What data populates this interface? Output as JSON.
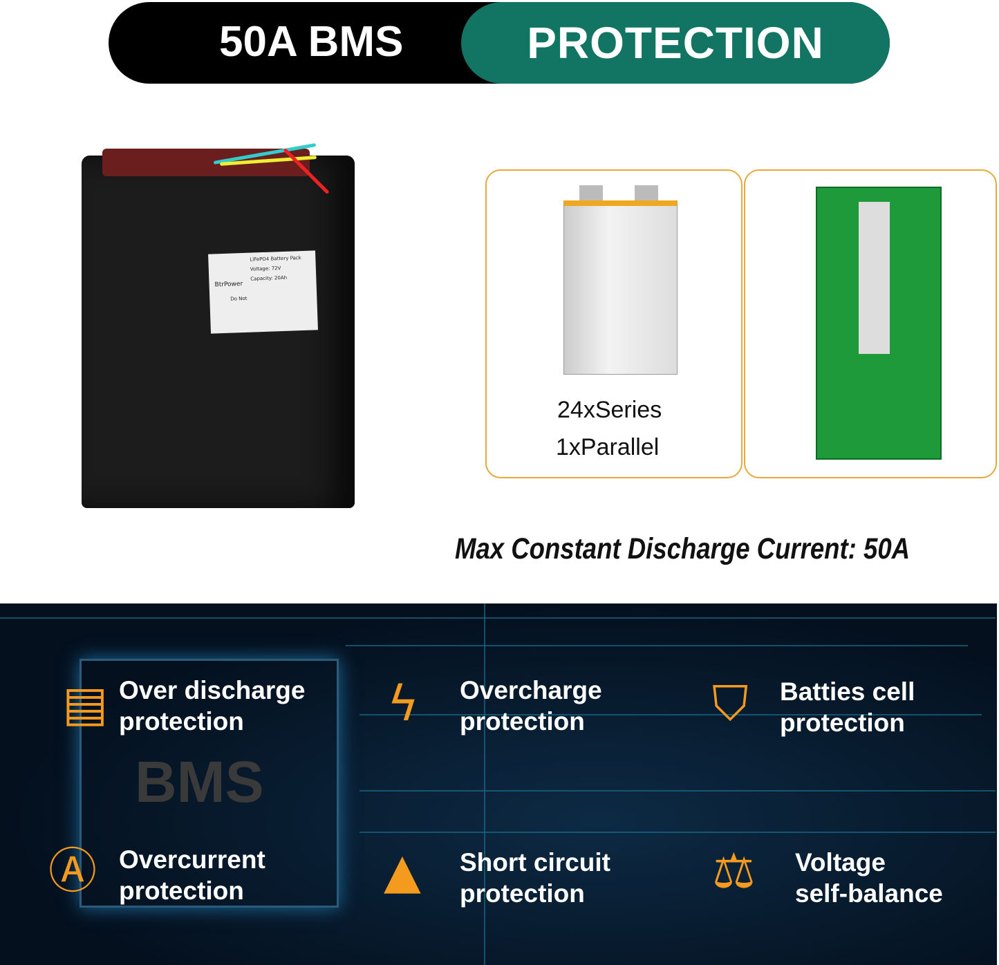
{
  "banner": {
    "left": "50A BMS",
    "right": "PROTECTION"
  },
  "battery_label": {
    "brand": "BtrPower",
    "title": "LiFePO4 Battery Pack",
    "voltage": "Voltage: 72V",
    "capacity": "Capacity: 20Ah",
    "do_not": "Do Not"
  },
  "cell_card": {
    "line1": "24xSeries",
    "line2": "1xParallel"
  },
  "max_current": "Max Constant Discharge Current: 50A",
  "bms_watermark": "BMS",
  "features": [
    {
      "icon": "battery-level-icon",
      "line1": "Over discharge",
      "line2": "protection"
    },
    {
      "icon": "battery-bolt-icon",
      "line1": "Overcharge",
      "line2": "protection"
    },
    {
      "icon": "shield-bolt-icon",
      "line1": "Batties cell",
      "line2": "protection"
    },
    {
      "icon": "ampere-icon",
      "line1": "Overcurrent",
      "line2": "protection"
    },
    {
      "icon": "warning-bolt-icon",
      "line1": "Short circuit",
      "line2": "protection"
    },
    {
      "icon": "balance-scale-icon",
      "line1": "Voltage",
      "line2": "self-balance"
    }
  ],
  "colors": {
    "accent_green": "#127563",
    "accent_orange": "#f39a1f",
    "card_border": "#e9a83a"
  }
}
